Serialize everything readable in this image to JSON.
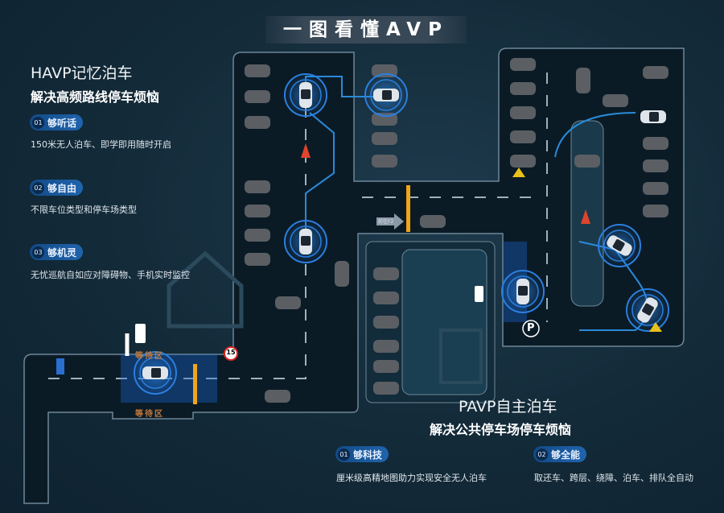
{
  "title": "一图看懂AVP",
  "havp": {
    "title": "HAVP记忆泊车",
    "subtitle": "解决高频路线停车烦恼",
    "features": [
      {
        "num": "01",
        "label": "够听话",
        "desc": "150米无人泊车、即学即用随时开启"
      },
      {
        "num": "02",
        "label": "够自由",
        "desc": "不限车位类型和停车场类型"
      },
      {
        "num": "03",
        "label": "够机灵",
        "desc": "无忧巡航自如应对障碍物、手机实时监控"
      }
    ]
  },
  "pavp": {
    "title": "PAVP自主泊车",
    "subtitle": "解决公共停车场停车烦恼",
    "features": [
      {
        "num": "01",
        "label": "够科技",
        "desc": "厘米级高精地图助力实现安全无人泊车"
      },
      {
        "num": "02",
        "label": "够全能",
        "desc": "取还车、跨层、绕障、泊车、排队全自动"
      }
    ]
  },
  "map": {
    "waiting_area_top": "等待区",
    "waiting_area_bottom": "等待区",
    "speed_limit": "15",
    "direction_sign": "前往F2",
    "parking_sign": "P"
  },
  "colors": {
    "background": "#132a38",
    "accent": "#1f64ad",
    "route": "#2a8ad8",
    "road": "#0a1a24"
  }
}
